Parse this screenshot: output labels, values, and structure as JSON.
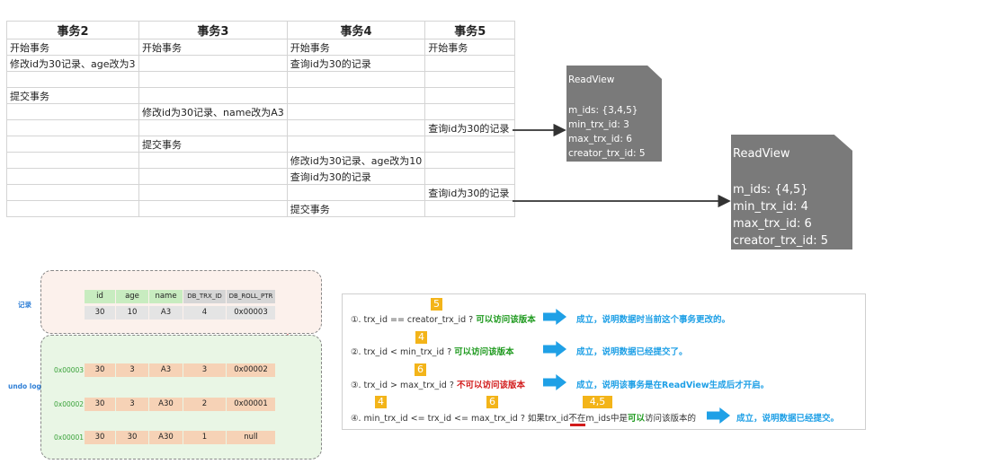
{
  "table": {
    "headers": [
      "事务2",
      "事务3",
      "事务4",
      "事务5"
    ],
    "rows": [
      [
        "开始事务",
        "开始事务",
        "开始事务",
        "开始事务"
      ],
      [
        "修改id为30记录、age改为3",
        "",
        "查询id为30的记录",
        ""
      ],
      [
        "",
        "",
        "",
        ""
      ],
      [
        "提交事务",
        "",
        "",
        ""
      ],
      [
        "",
        "修改id为30记录、name改为A3",
        "",
        ""
      ],
      [
        "",
        "",
        "",
        "查询id为30的记录"
      ],
      [
        "",
        "提交事务",
        "",
        ""
      ],
      [
        "",
        "",
        "修改id为30记录、age改为10",
        ""
      ],
      [
        "",
        "",
        "查询id为30的记录",
        ""
      ],
      [
        "",
        "",
        "",
        "查询id为30的记录"
      ],
      [
        "",
        "",
        "提交事务",
        ""
      ]
    ]
  },
  "readview1": {
    "title": "ReadView",
    "lines": [
      "m_ids: {3,4,5}",
      "min_trx_id: 3",
      "max_trx_id: 6",
      "creator_trx_id: 5"
    ]
  },
  "readview2": {
    "title": "ReadView",
    "lines": [
      "m_ids: {4,5}",
      "min_trx_id: 4",
      "max_trx_id: 6",
      "creator_trx_id: 5"
    ]
  },
  "record": {
    "label": "记录",
    "headers": [
      "id",
      "age",
      "name",
      "DB_TRX_ID",
      "DB_ROLL_PTR"
    ],
    "values": [
      "30",
      "10",
      "A3",
      "4",
      "0x00003"
    ]
  },
  "undo": {
    "label": "undo log",
    "rows": [
      {
        "addr": "0x00003",
        "values": [
          "30",
          "3",
          "A3",
          "3",
          "0x00002"
        ]
      },
      {
        "addr": "0x00002",
        "values": [
          "30",
          "3",
          "A30",
          "2",
          "0x00001"
        ]
      },
      {
        "addr": "0x00001",
        "values": [
          "30",
          "30",
          "A30",
          "1",
          "null"
        ]
      }
    ]
  },
  "rules": {
    "r1": {
      "text": "①. trx_id  == creator_trx_id ?",
      "ok": "可以访问该版本",
      "desc": "成立，说明数据时当前这个事务更改的。",
      "badge": "5"
    },
    "r2": {
      "text": "②. trx_id < min_trx_id ?",
      "ok": "可以访问该版本",
      "desc": "成立，说明数据已经提交了。",
      "badge": "4"
    },
    "r3": {
      "text": "③. trx_id > max_trx_id ?",
      "no": "不可以访问该版本",
      "desc": "成立，说明该事务是在ReadView生成后才开启。",
      "badge": "6"
    },
    "r4": {
      "text1": "④. min_trx_id <= trx_id <= max_trx_id ? 如果trx_id",
      "no": "不在",
      "text2": "m_ids中是",
      "ok": "可以",
      "text3": "访问该版本的",
      "desc": "成立，说明数据已经提交。",
      "badge1": "4",
      "badge2": "6",
      "badge3": "4,5"
    }
  },
  "colors": {
    "readview": "#7a7a7a",
    "accent": "#1fa0e6",
    "badge": "#f3b419",
    "ok": "#1f9a1f",
    "no": "#d21b1b"
  }
}
